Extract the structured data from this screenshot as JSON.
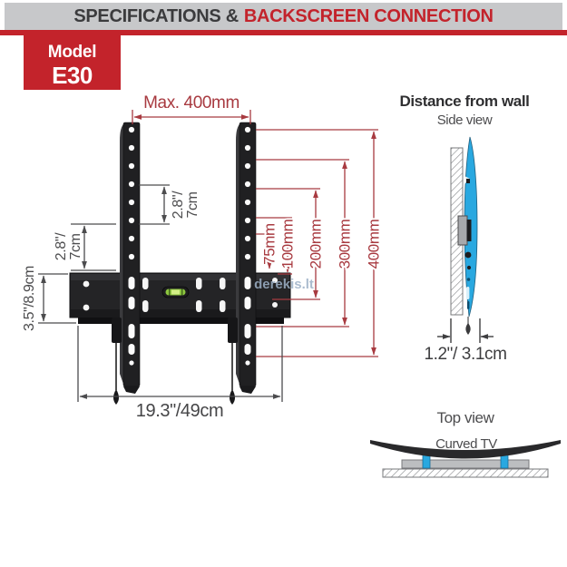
{
  "header": {
    "part1": "SPECIFICATIONS &",
    "part2": "BACKSCREEN CONNECTION"
  },
  "badge": {
    "label": "Model",
    "model": "E30"
  },
  "front_view": {
    "dim_max_width": "Max. 400mm",
    "vesa": [
      "75mm",
      "100mm",
      "200mm",
      "300mm",
      "400mm"
    ],
    "hole_gap_upper": {
      "inches": "2.8\"/",
      "cm": "7cm"
    },
    "hole_gap_lower": {
      "inches": "2.8\"/",
      "cm": "7cm"
    },
    "plate_height": "3.5\"/8.9cm",
    "plate_width": "19.3\"/49cm"
  },
  "side_view": {
    "title": "Distance from wall",
    "subtitle": "Side view",
    "distance": "1.2\"/ 3.1cm"
  },
  "top_view": {
    "title": "Top view",
    "label": "Curved TV"
  },
  "watermark": "derekis.lt",
  "colors": {
    "accent_red": "#c3232b",
    "dimension_red": "#a83a40",
    "dimension_gray": "#4c4c4e",
    "header_gray": "#c7c8ca",
    "tv_blue": "#29a8e0",
    "level_green": "#8dc63f"
  }
}
